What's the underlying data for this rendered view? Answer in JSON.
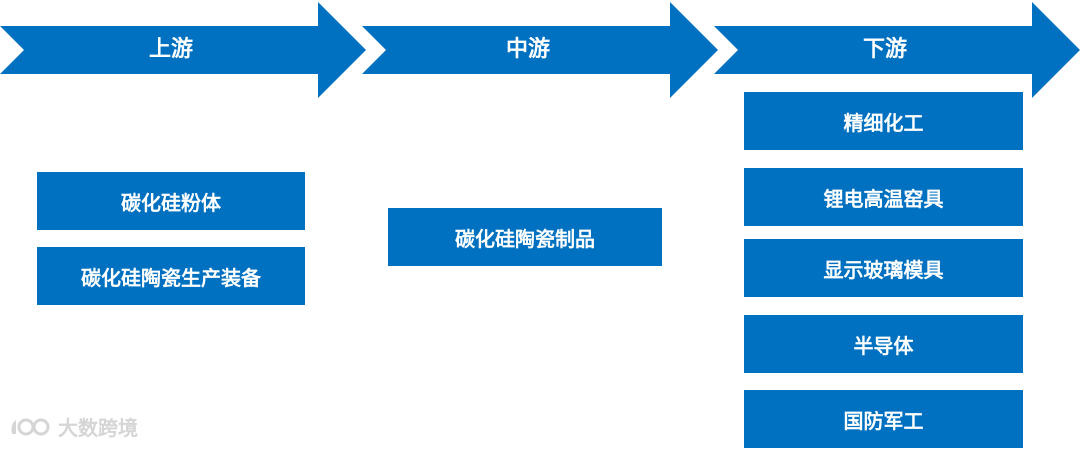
{
  "colors": {
    "accent": "#0070c0",
    "text_on_accent": "#ffffff",
    "watermark": "#d5d5d5"
  },
  "stages": [
    {
      "label": "上游",
      "items": [
        "碳化硅粉体",
        "碳化硅陶瓷生产装备"
      ]
    },
    {
      "label": "中游",
      "items": [
        "碳化硅陶瓷制品"
      ]
    },
    {
      "label": "下游",
      "items": [
        "精细化工",
        "锂电高温窑具",
        "显示玻璃模具",
        "半导体",
        "国防军工"
      ]
    }
  ],
  "watermark": {
    "text": "大数跨境",
    "icon": "logo-icon"
  }
}
